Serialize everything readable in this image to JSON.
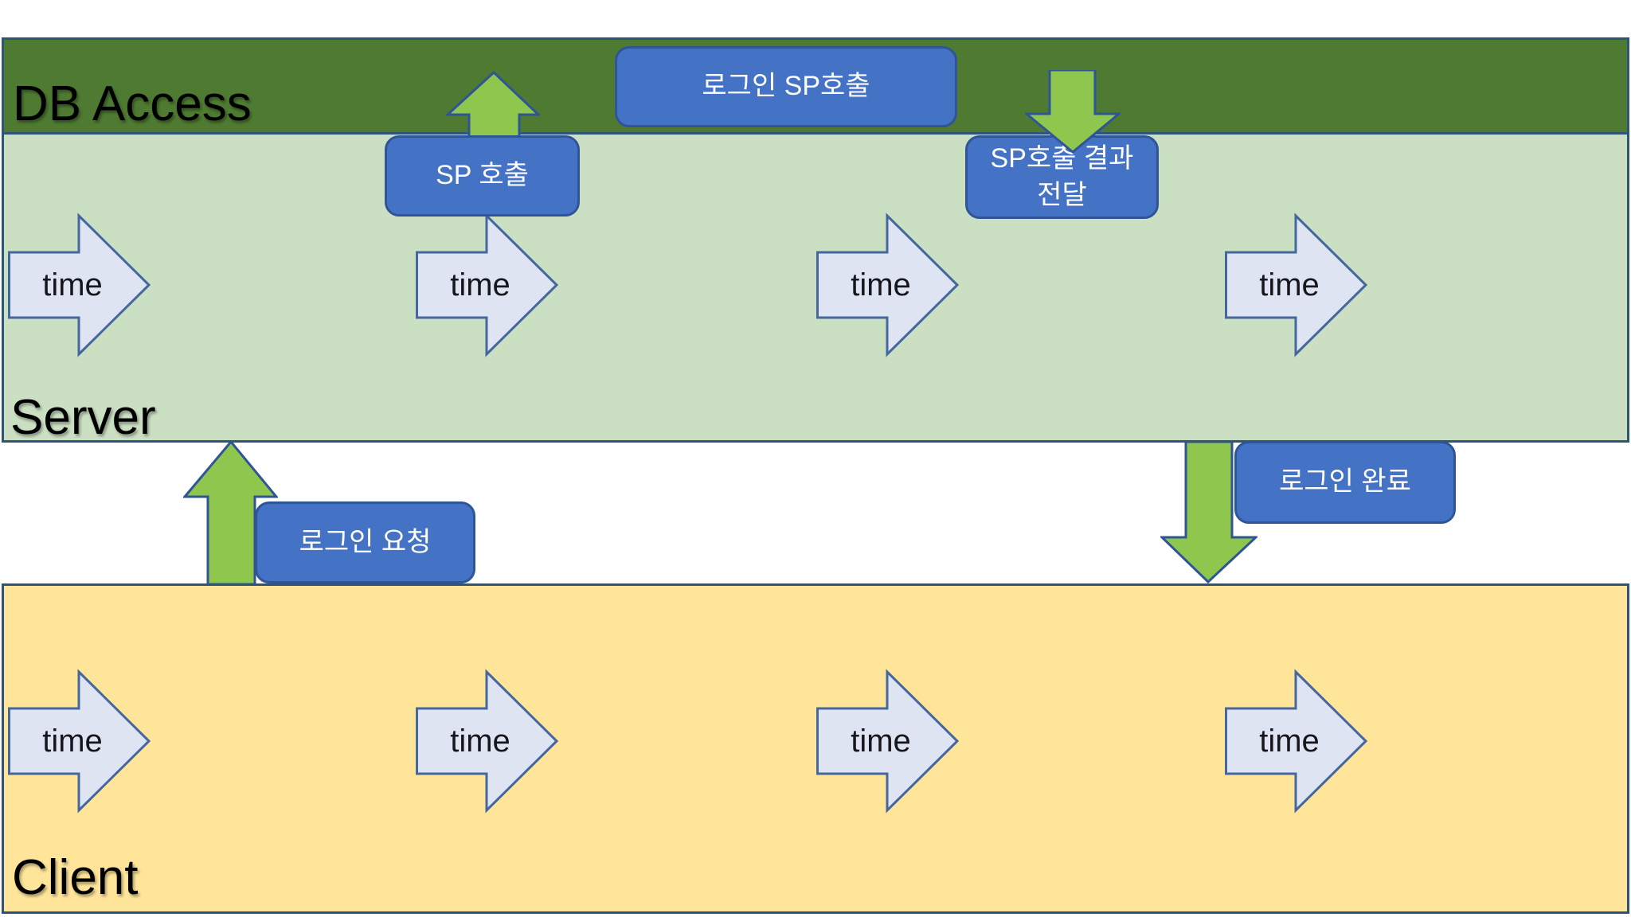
{
  "diagram": {
    "title": "Login sequence across Client / Server / DB Access lanes",
    "lanes": [
      {
        "id": "db-access",
        "label": "DB Access"
      },
      {
        "id": "server",
        "label": "Server"
      },
      {
        "id": "client",
        "label": "Client"
      }
    ],
    "time_label": "time",
    "messages": [
      {
        "id": "login-request",
        "label": "로그인 요청",
        "from": "client",
        "to": "server",
        "direction": "up"
      },
      {
        "id": "sp-call",
        "label": "SP 호출",
        "from": "server",
        "to": "db-access",
        "direction": "up"
      },
      {
        "id": "login-sp-call",
        "label": "로그인 SP호출",
        "from": "db-access",
        "to": "db-access",
        "direction": "none"
      },
      {
        "id": "sp-call-result",
        "label": "SP호출 결과 전달",
        "from": "db-access",
        "to": "server",
        "direction": "down"
      },
      {
        "id": "login-complete",
        "label": "로그인 완료",
        "from": "server",
        "to": "client",
        "direction": "down"
      }
    ],
    "colors": {
      "db_band_fill": "#4e7b31",
      "server_band_fill": "#cbe0c3",
      "client_band_fill": "#ffe59a",
      "band_border": "#2e5578",
      "message_box_fill": "#4472c4",
      "message_box_border": "#2f5597",
      "transfer_arrow_fill": "#8ec64e",
      "time_arrow_fill": "#dfe4f2",
      "time_arrow_border": "#44679f",
      "band_label_color": "#000000",
      "message_text_color": "#ffffff"
    }
  }
}
